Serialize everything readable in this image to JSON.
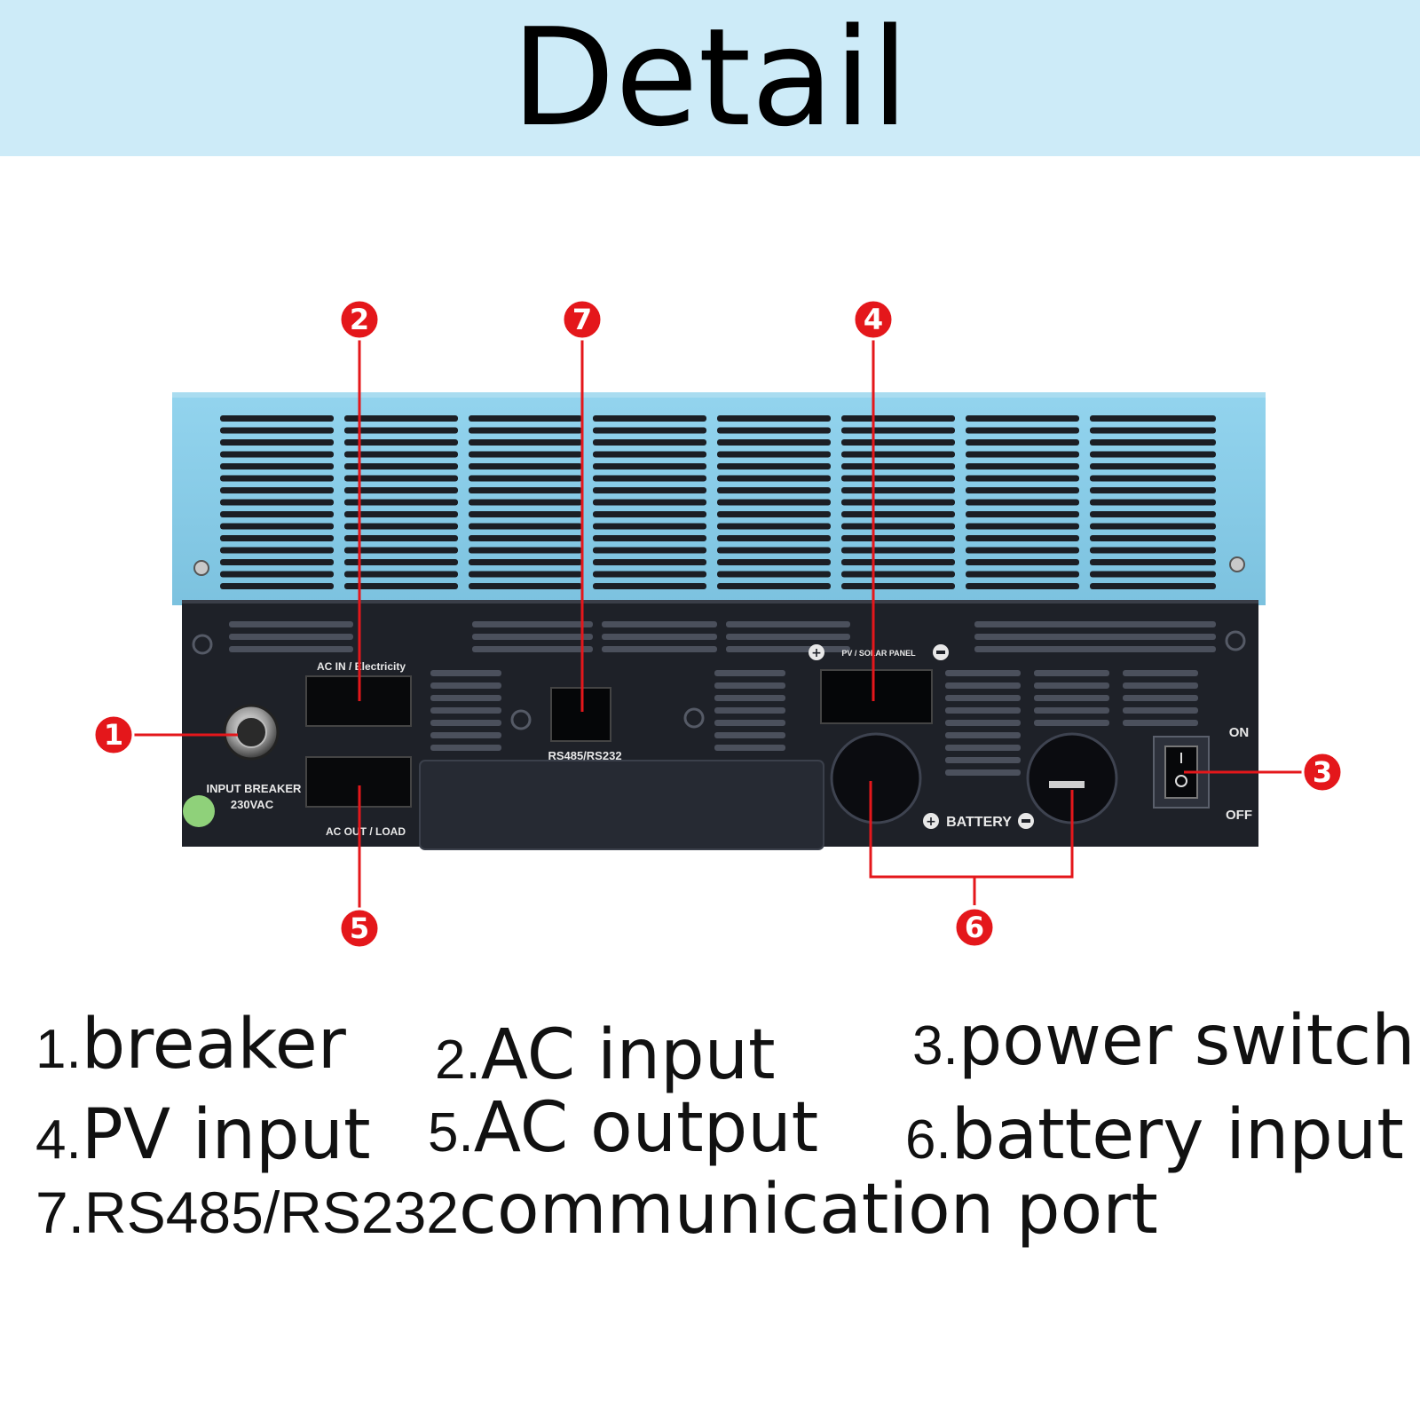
{
  "header": {
    "title": "Detail"
  },
  "device": {
    "labels": {
      "ac_in": "AC IN / Electricity",
      "input_breaker": "INPUT BREAKER",
      "breaker_rating": "230VAC",
      "ac_out": "AC OUT / LOAD",
      "comm_port": "RS485/RS232",
      "pv": "PV / SOLAR PANEL",
      "battery": "BATTERY",
      "on": "ON",
      "off": "OFF"
    }
  },
  "callouts": [
    {
      "number": "1",
      "target": "breaker"
    },
    {
      "number": "2",
      "target": "ac-input"
    },
    {
      "number": "3",
      "target": "power-switch"
    },
    {
      "number": "4",
      "target": "pv-input"
    },
    {
      "number": "5",
      "target": "ac-output"
    },
    {
      "number": "6",
      "target": "battery-input"
    },
    {
      "number": "7",
      "target": "comm-port"
    }
  ],
  "legend": [
    {
      "num": "1.",
      "text": "breaker"
    },
    {
      "num": "2.",
      "text": "AC input"
    },
    {
      "num": "3.",
      "text": "power switch"
    },
    {
      "num": "4.",
      "text": "PV input"
    },
    {
      "num": "5.",
      "text": "AC output"
    },
    {
      "num": "6.",
      "text": "battery input"
    },
    {
      "num": "7.RS485/RS232",
      "text": "communication port"
    }
  ],
  "colors": {
    "header_bg": "#cdebf8",
    "callout": "#e4171b",
    "case_blue": "#8ed0ea",
    "panel_dark": "#1e2128"
  }
}
